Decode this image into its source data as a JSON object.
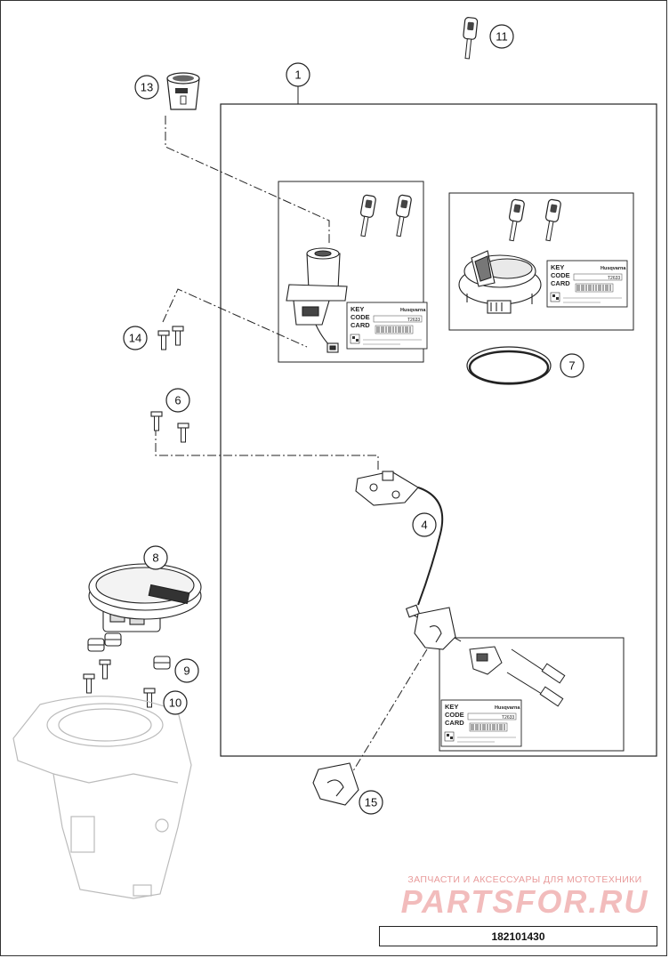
{
  "callouts": {
    "c1": "1",
    "c4": "4",
    "c6": "6",
    "c7": "7",
    "c8": "8",
    "c9": "9",
    "c10": "10",
    "c11": "11",
    "c13": "13",
    "c14": "14",
    "c15": "15"
  },
  "key_card": {
    "title_key": "KEY",
    "title_code": "CODE",
    "title_card": "CARD",
    "brand": "Husqvarna",
    "code": "T2633"
  },
  "watermark": {
    "line1": "ЗАПЧАСТИ И АКСЕССУАРЫ ДЛЯ МОТОТЕХНИКИ",
    "line2": "PARTSFOR.RU"
  },
  "document_number": "182101430"
}
